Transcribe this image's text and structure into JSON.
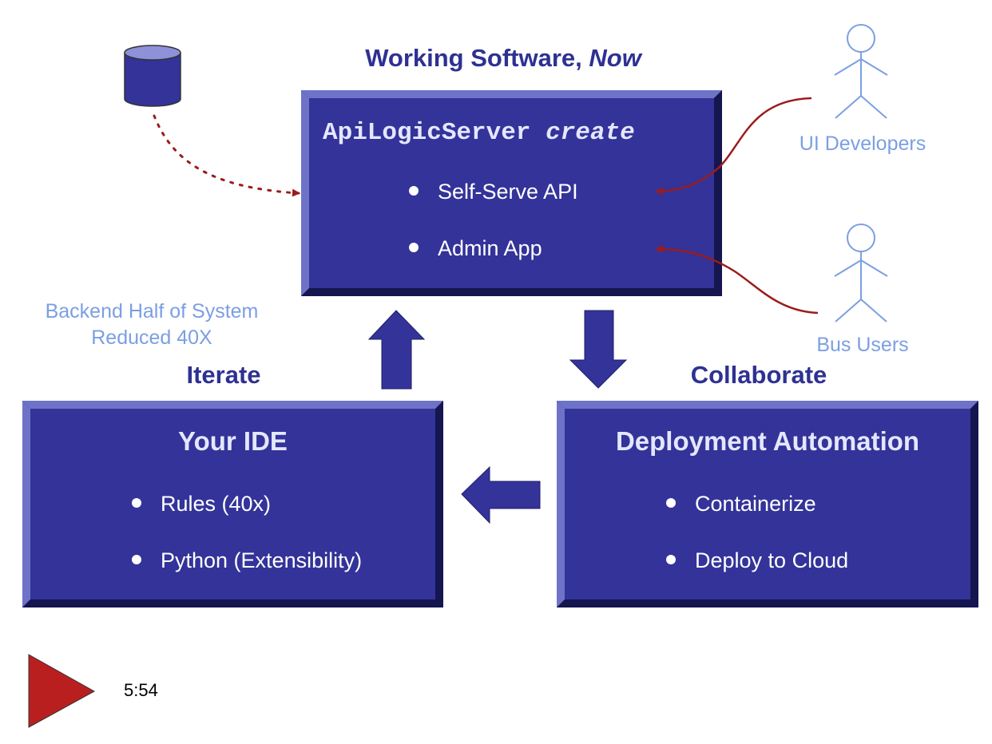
{
  "top": {
    "heading": "Working Software, ",
    "heading_em": "Now",
    "box": {
      "command": "ApiLogicServer",
      "command_em": "create",
      "bullets": [
        "Self-Serve API",
        "Admin App"
      ]
    }
  },
  "left_note": {
    "line1": "Backend Half of System",
    "line2": "Reduced 40X"
  },
  "iterate_label": "Iterate",
  "collaborate_label": "Collaborate",
  "ide_box": {
    "title": "Your IDE",
    "bullets": [
      "Rules (40x)",
      "Python (Extensibility)"
    ]
  },
  "deploy_box": {
    "title": "Deployment Automation",
    "bullets": [
      "Containerize",
      "Deploy to Cloud"
    ]
  },
  "actors": {
    "ui_developers": "UI Developers",
    "bus_users": "Bus Users"
  },
  "video": {
    "duration": "5:54"
  },
  "colors": {
    "box_fill": "#333399",
    "label": "#2e3192",
    "actor": "#7b9fe3",
    "arrow_red": "#9b1c1c",
    "play_red": "#b91f1f"
  }
}
